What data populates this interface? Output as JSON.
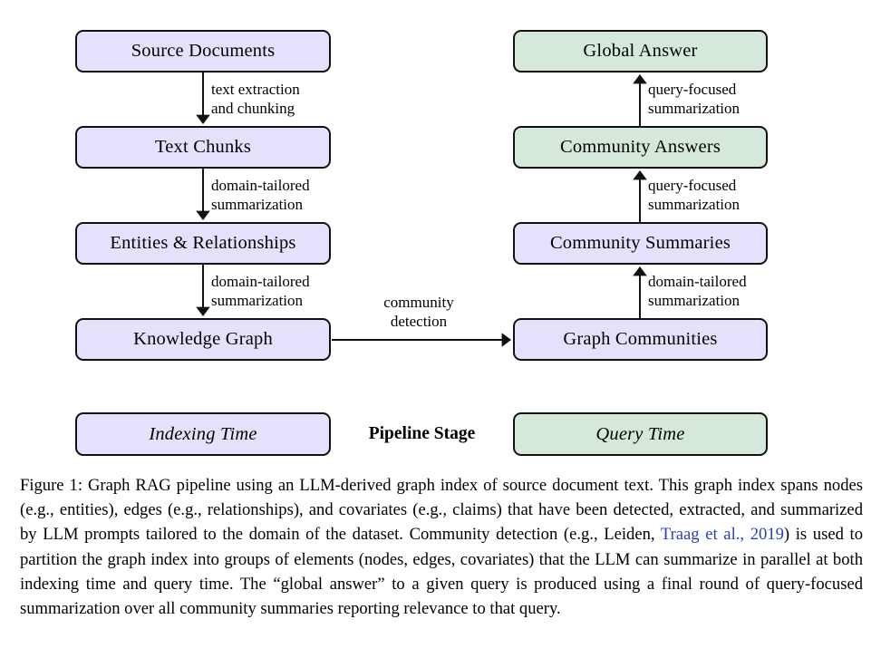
{
  "figure": {
    "colors": {
      "indexing_fill": "#e3e1fb",
      "query_fill": "#d5e8d9",
      "stroke": "#111111",
      "citation_link": "#2a3fbe"
    },
    "nodes": {
      "source_documents": "Source Documents",
      "text_chunks": "Text Chunks",
      "entities_relationships": "Entities & Relationships",
      "knowledge_graph": "Knowledge Graph",
      "graph_communities": "Graph Communities",
      "community_summaries": "Community Summaries",
      "community_answers": "Community Answers",
      "global_answer": "Global Answer"
    },
    "edges": {
      "text_extraction_l1": "text extraction",
      "text_extraction_l2": "and chunking",
      "domain_tailored_1_l1": "domain-tailored",
      "domain_tailored_1_l2": "summarization",
      "domain_tailored_2_l1": "domain-tailored",
      "domain_tailored_2_l2": "summarization",
      "community_detection_l1": "community",
      "community_detection_l2": "detection",
      "domain_tailored_3_l1": "domain-tailored",
      "domain_tailored_3_l2": "summarization",
      "query_focused_1_l1": "query-focused",
      "query_focused_1_l2": "summarization",
      "query_focused_2_l1": "query-focused",
      "query_focused_2_l2": "summarization"
    },
    "legend": {
      "indexing_time": "Indexing Time",
      "pipeline_stage": "Pipeline Stage",
      "query_time": "Query Time"
    }
  },
  "caption": {
    "label": "Figure 1:",
    "part1": " Graph RAG pipeline using an LLM-derived graph index of source document text. This graph index spans nodes (e.g., entities), edges (e.g., relationships), and covariates (e.g., claims) that have been detected, extracted, and summarized by LLM prompts tailored to the domain of the dataset. Community detection (e.g., Leiden, ",
    "citation": "Traag et al., 2019",
    "part2": ") is used to partition the graph index into groups of elements (nodes, edges, covariates) that the LLM can summarize in parallel at both indexing time and query time. The “global answer” to a given query is produced using a final round of query-focused summarization over all community summaries reporting relevance to that query."
  }
}
